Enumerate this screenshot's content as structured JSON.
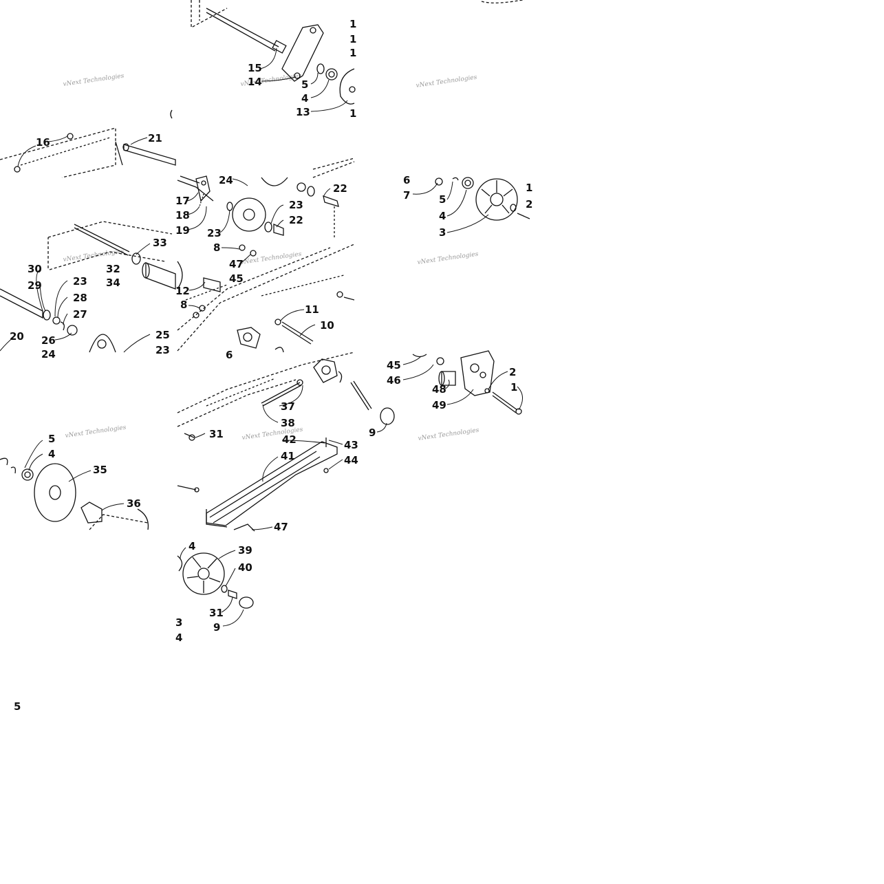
{
  "diagram": {
    "kind": "exploded parts diagram (tiled)",
    "watermark_text": "vNext Technologies",
    "colors": {
      "line": "#111111",
      "paper": "#ffffff",
      "watermark": "#9a9a9a"
    },
    "callouts": [
      {
        "label": "15"
      },
      {
        "label": "14"
      },
      {
        "label": "5"
      },
      {
        "label": "4"
      },
      {
        "label": "13"
      },
      {
        "label": "1"
      },
      {
        "label": "1"
      },
      {
        "label": "1"
      },
      {
        "label": "1"
      },
      {
        "label": "16"
      },
      {
        "label": "21"
      },
      {
        "label": "24"
      },
      {
        "label": "22"
      },
      {
        "label": "17"
      },
      {
        "label": "18"
      },
      {
        "label": "19"
      },
      {
        "label": "23"
      },
      {
        "label": "23"
      },
      {
        "label": "22"
      },
      {
        "label": "8"
      },
      {
        "label": "47"
      },
      {
        "label": "45"
      },
      {
        "label": "12"
      },
      {
        "label": "8"
      },
      {
        "label": "11"
      },
      {
        "label": "10"
      },
      {
        "label": "6"
      },
      {
        "label": "6"
      },
      {
        "label": "7"
      },
      {
        "label": "5"
      },
      {
        "label": "4"
      },
      {
        "label": "3"
      },
      {
        "label": "1"
      },
      {
        "label": "2"
      },
      {
        "label": "33"
      },
      {
        "label": "30"
      },
      {
        "label": "32"
      },
      {
        "label": "34"
      },
      {
        "label": "29"
      },
      {
        "label": "23"
      },
      {
        "label": "28"
      },
      {
        "label": "27"
      },
      {
        "label": "20"
      },
      {
        "label": "26"
      },
      {
        "label": "25"
      },
      {
        "label": "23"
      },
      {
        "label": "24"
      },
      {
        "label": "45"
      },
      {
        "label": "46"
      },
      {
        "label": "48"
      },
      {
        "label": "49"
      },
      {
        "label": "2"
      },
      {
        "label": "1"
      },
      {
        "label": "37"
      },
      {
        "label": "38"
      },
      {
        "label": "9"
      },
      {
        "label": "31"
      },
      {
        "label": "42"
      },
      {
        "label": "43"
      },
      {
        "label": "44"
      },
      {
        "label": "41"
      },
      {
        "label": "47"
      },
      {
        "label": "5"
      },
      {
        "label": "4"
      },
      {
        "label": "35"
      },
      {
        "label": "36"
      },
      {
        "label": "4"
      },
      {
        "label": "39"
      },
      {
        "label": "40"
      },
      {
        "label": "31"
      },
      {
        "label": "9"
      },
      {
        "label": "3"
      },
      {
        "label": "4"
      },
      {
        "label": "5"
      }
    ]
  }
}
